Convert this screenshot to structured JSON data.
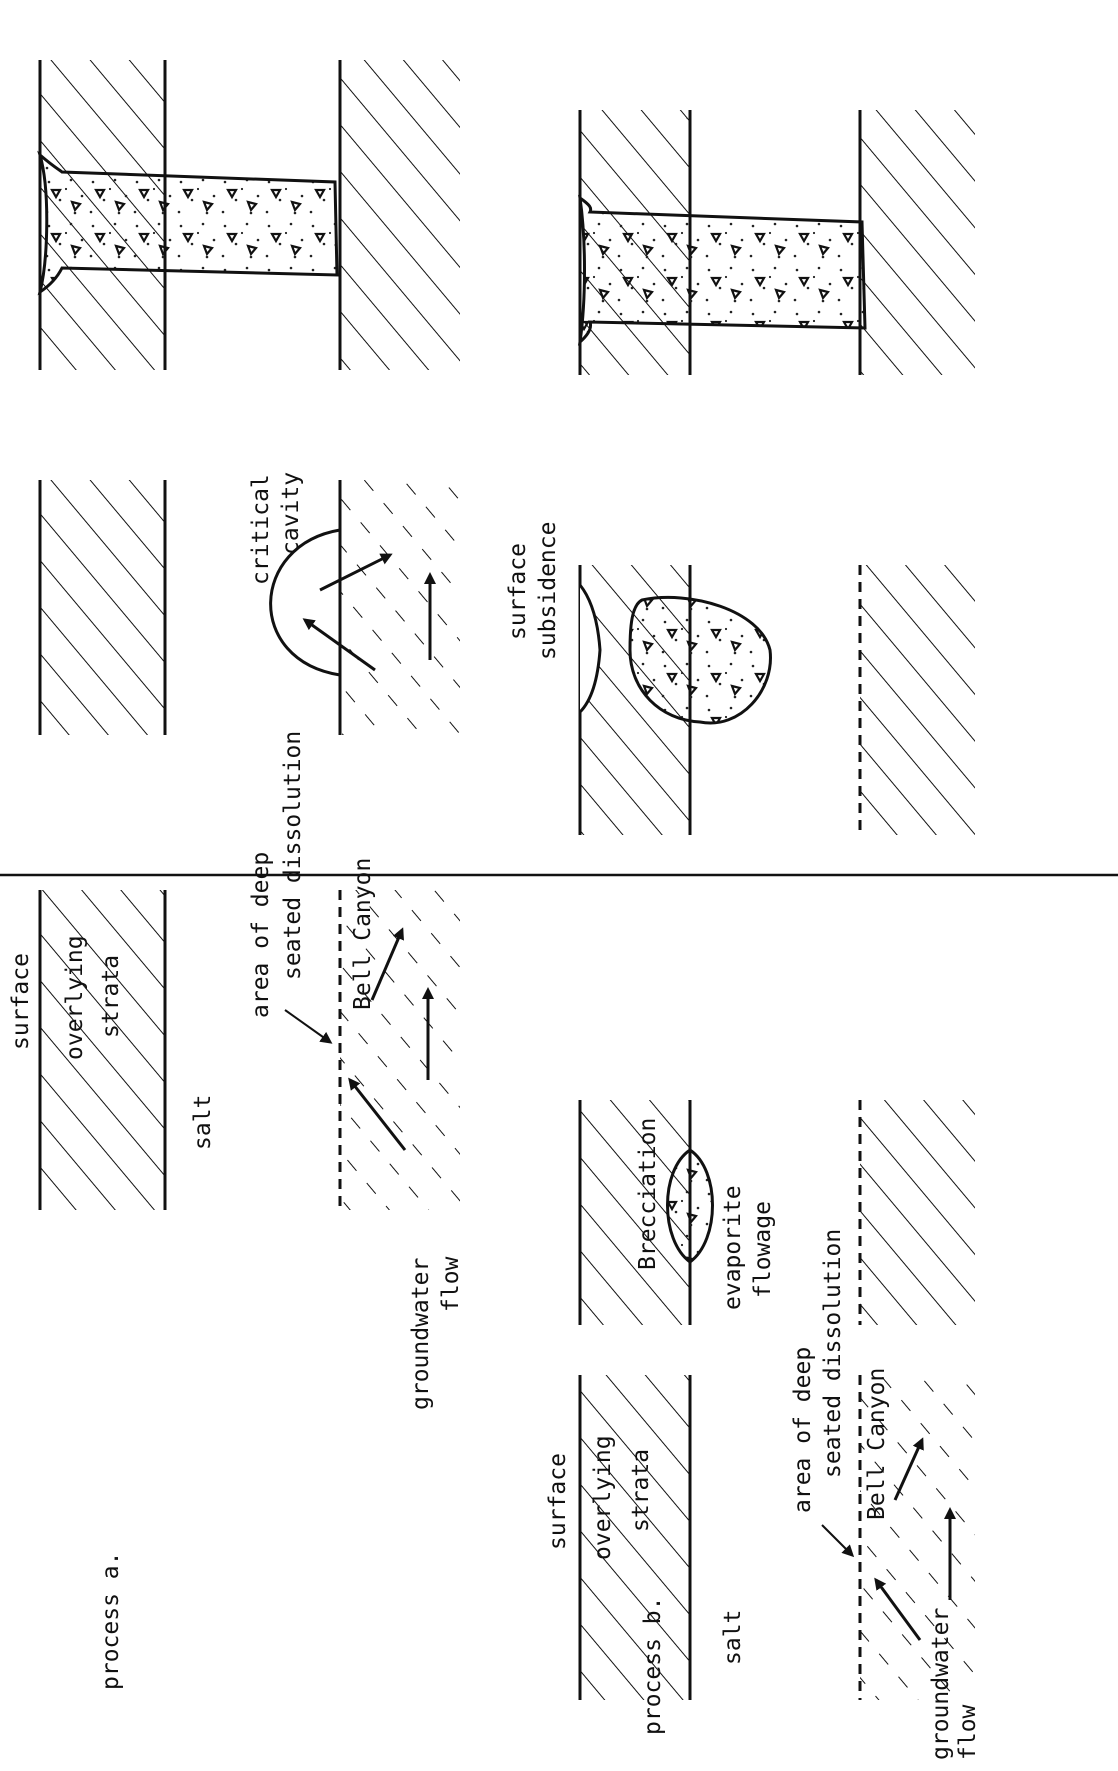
{
  "processes": [
    {
      "label": "process a.",
      "stage1": {
        "surface": "surface",
        "overlying": "overlying",
        "strata": "strata",
        "salt": "salt",
        "deep1": "area of deep",
        "deep2": "seated dissolution",
        "bell": "Bell Canyon",
        "gw1": "groundwater",
        "gw2": "flow"
      },
      "stage2": {
        "cavity1": "critical",
        "cavity2": "cavity"
      }
    },
    {
      "label": "process b.",
      "stage1": {
        "surface": "surface",
        "overlying": "overlying",
        "strata": "strata",
        "salt": "salt",
        "deep1": "area of deep",
        "deep2": "seated dissolution",
        "bell": "Bell Canyon",
        "gw1": "groundwater",
        "gw2": "flow"
      },
      "stage2": {
        "brec": "Brecciation",
        "evap1": "evaporite",
        "evap2": "flowage"
      },
      "stage3": {
        "sub1": "surface",
        "sub2": "subsidence"
      }
    }
  ]
}
